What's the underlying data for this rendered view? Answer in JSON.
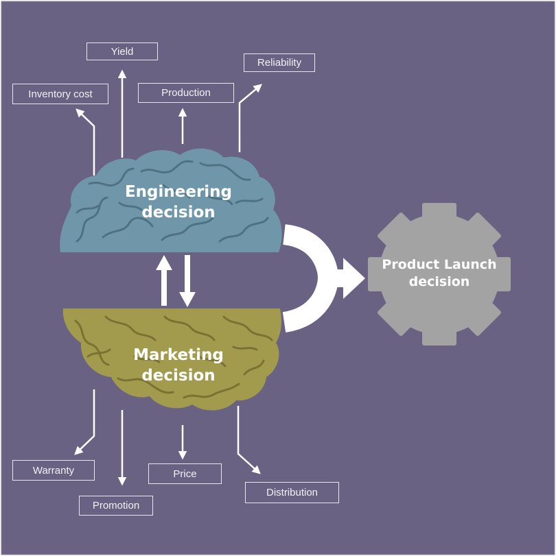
{
  "colors": {
    "background": "#6a6283",
    "engineering_brain": "#6f97a9",
    "marketing_brain": "#a29a4d",
    "gear": "#a3a3a3",
    "arrows": "#ffffff"
  },
  "engineering": {
    "title_line1": "Engineering",
    "title_line2": "decision",
    "outputs": [
      "Inventory cost",
      "Yield",
      "Production",
      "Reliability"
    ]
  },
  "marketing": {
    "title_line1": "Marketing",
    "title_line2": "decision",
    "outputs": [
      "Warranty",
      "Promotion",
      "Price",
      "Distribution"
    ]
  },
  "launch": {
    "title_line1": "Product Launch",
    "title_line2": "decision"
  }
}
